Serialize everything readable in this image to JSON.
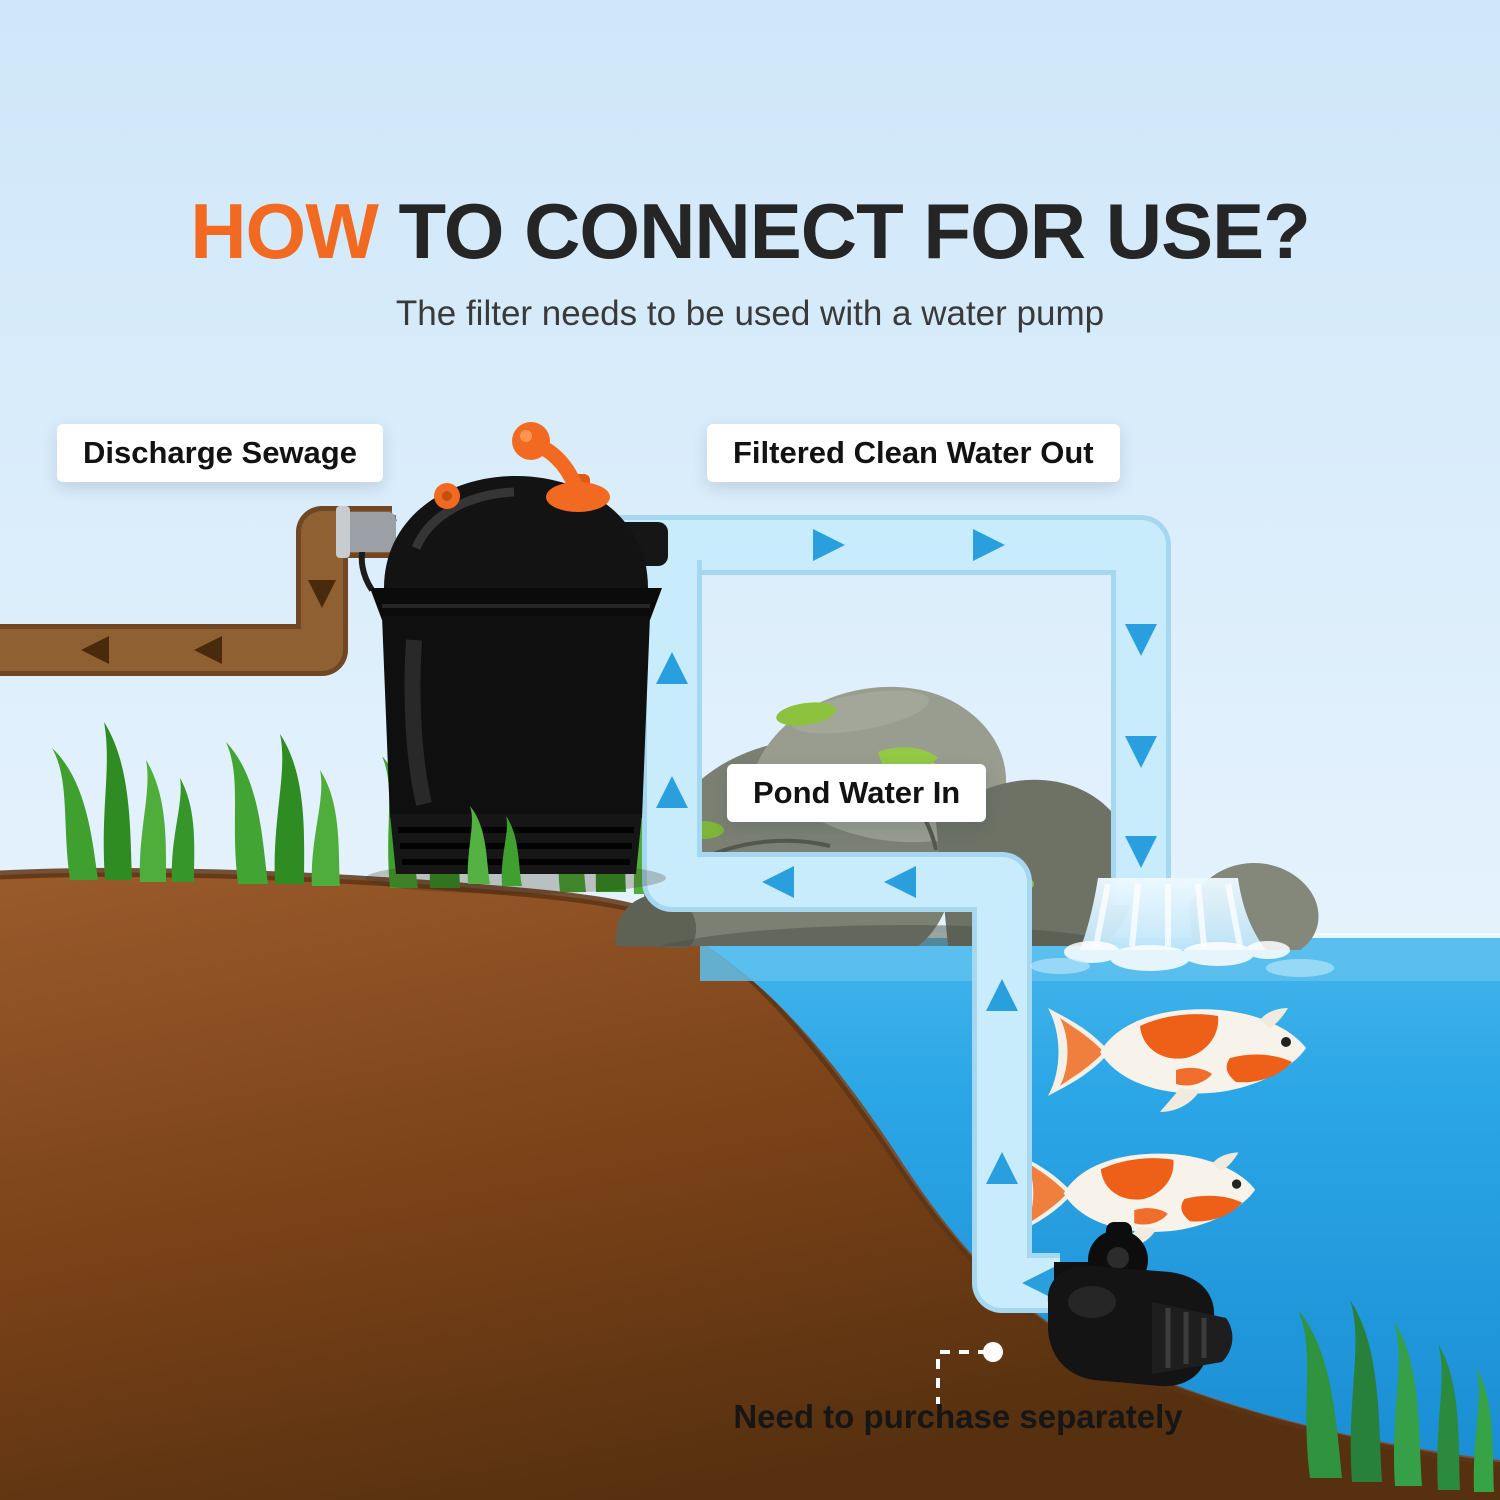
{
  "title": {
    "highlight": "HOW",
    "rest": " TO CONNECT FOR USE?",
    "highlight_color": "#f26a21",
    "text_color": "#252525"
  },
  "subtitle": "The filter needs to be used with a water pump",
  "labels": {
    "discharge": "Discharge Sewage",
    "clean_out": "Filtered Clean Water Out",
    "pond_in": "Pond Water In",
    "purchase_note": "Need to purchase separately"
  },
  "colors": {
    "sky": "#d6eafa",
    "soil_light": "#9a5b2b",
    "soil_dark": "#56300f",
    "water": "#2ba6e6",
    "pipe_clean": "#c9ecfc",
    "pipe_sewage": "#8f6132",
    "arrow_blue": "#2a9fdd",
    "arrow_brown": "#4a2a0d",
    "grass_green": "#3f9f2f",
    "rock_gray": "#7c8073",
    "moss_green": "#8cc23e",
    "device_black": "#131313",
    "accent_orange": "#f26a21",
    "label_bg": "#ffffff"
  },
  "icons": {
    "flow_arrow": "solid triangle arrowhead indicating water flow direction",
    "connector_dot": "white dot marking the pump that must be purchased separately"
  }
}
